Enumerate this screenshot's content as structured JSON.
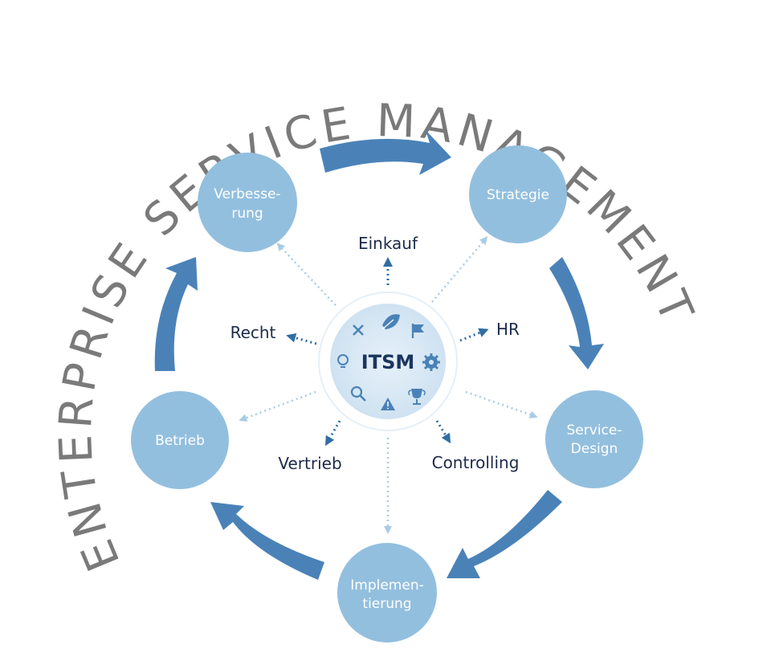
{
  "title": "ENTERPRISE SERVICE MANAGEMENT",
  "hub": {
    "label": "ITSM",
    "icons": [
      "tools-icon",
      "leaf-icon",
      "flag-icon",
      "lightbulb-icon",
      "gear-icon",
      "search-icon",
      "warning-icon",
      "trophy-icon"
    ]
  },
  "phases": {
    "strategie": {
      "line1": "Strategie"
    },
    "service_design": {
      "line1": "Service-",
      "line2": "Design"
    },
    "implementierung": {
      "line1": "Implemen-",
      "line2": "tierung"
    },
    "betrieb": {
      "line1": "Betrieb"
    },
    "verbesserung": {
      "line1": "Verbesse-",
      "line2": "rung"
    }
  },
  "departments": {
    "einkauf": "Einkauf",
    "hr": "HR",
    "controlling": "Controlling",
    "vertrieb": "Vertrieb",
    "recht": "Recht"
  },
  "colors": {
    "phase_circle": "#93bfde",
    "cycle_arrow": "#4a82b8",
    "hub_inner": "#d7e8f5",
    "title_text": "#7a7a7a",
    "dept_text": "#1c2b4a"
  }
}
